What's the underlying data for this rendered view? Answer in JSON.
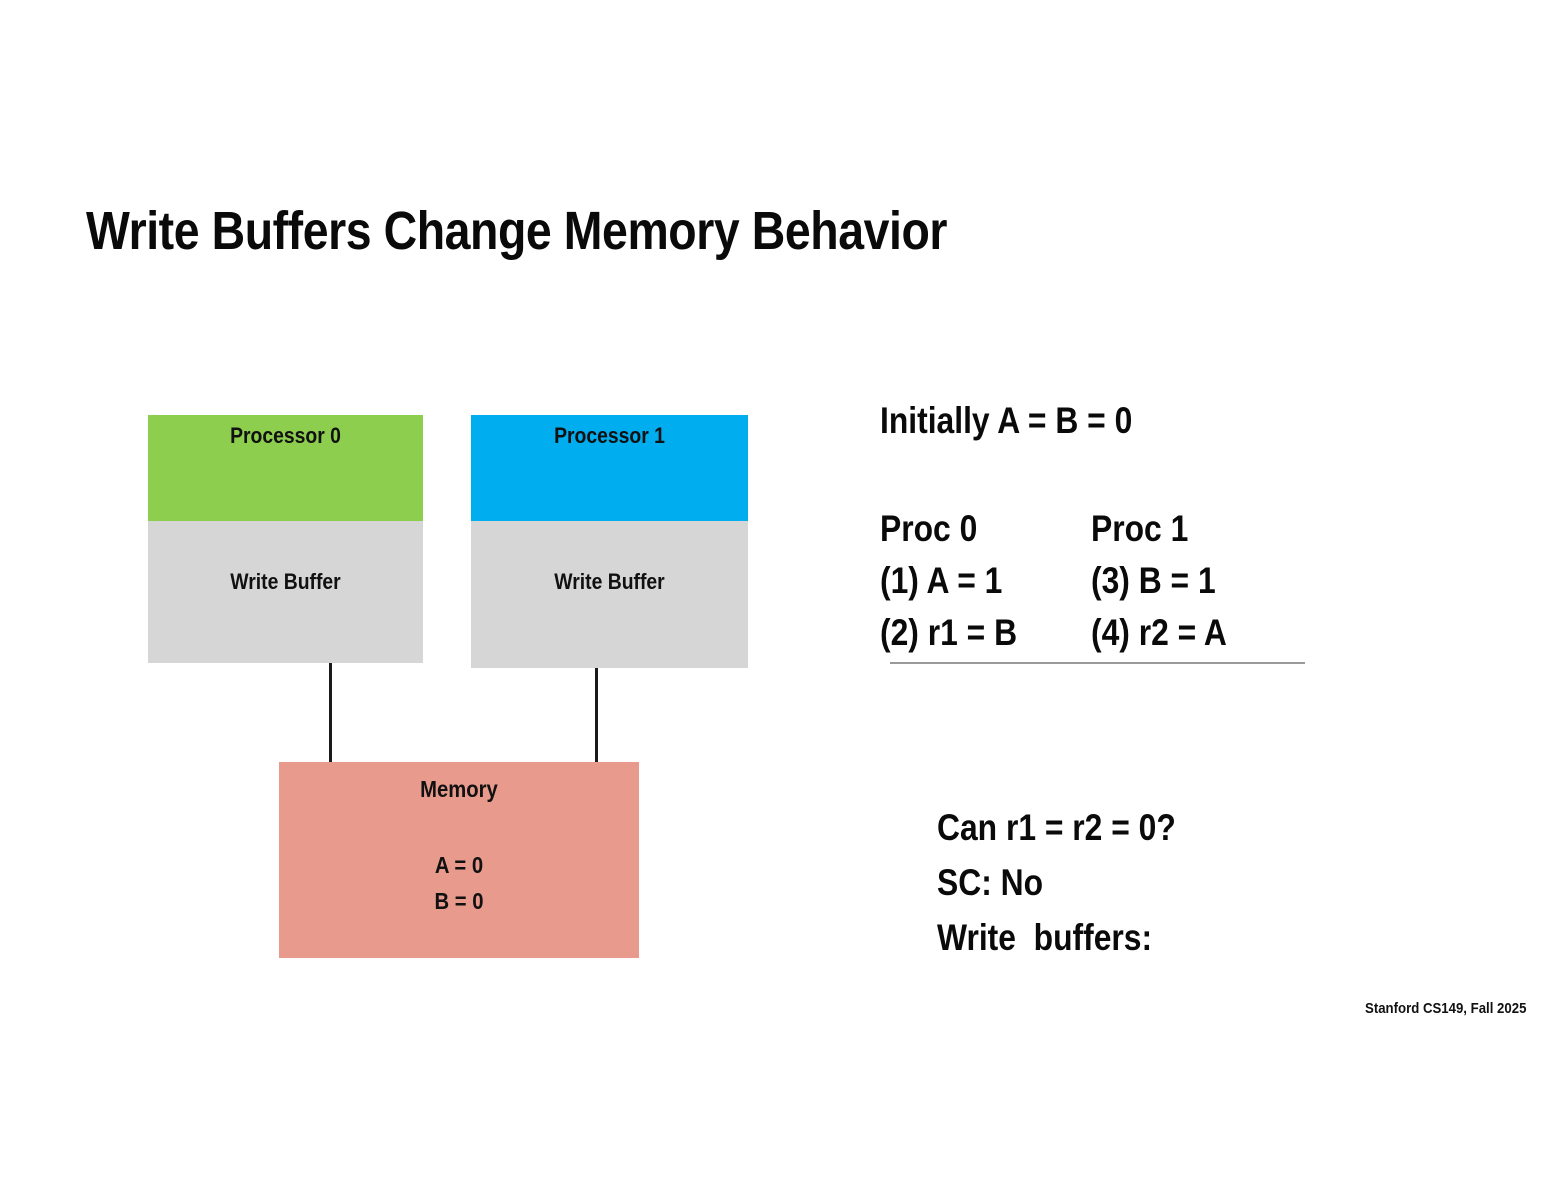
{
  "slide": {
    "title": "Write Buffers Change Memory Behavior",
    "footer": "Stanford CS149, Fall 2025"
  },
  "colors": {
    "processor0": "#8dce4f",
    "processor1": "#00aeef",
    "write_buffer": "#d6d6d6",
    "memory": "#e89a8c",
    "text": "#0a0a0a",
    "rule": "#9a9a9a"
  },
  "diagram": {
    "processors": [
      {
        "label": "Processor 0",
        "color": "#8dce4f",
        "buffer_label": "Write Buffer"
      },
      {
        "label": "Processor 1",
        "color": "#00aeef",
        "buffer_label": "Write Buffer"
      }
    ],
    "memory": {
      "label": "Memory",
      "values": [
        "A = 0",
        "B = 0"
      ]
    }
  },
  "program": {
    "initially": "Initially A = B = 0",
    "proc0": {
      "header": "Proc 0",
      "lines": [
        "(1) A = 1",
        "(2) r1 = B"
      ]
    },
    "proc1": {
      "header": "Proc 1",
      "lines": [
        "(3) B = 1",
        "(4) r2 = A"
      ]
    },
    "proc0_text": "Proc 0\n(1) A = 1\n(2) r1 = B",
    "proc1_text": "Proc 1\n(3) B = 1\n(4) r2 = A"
  },
  "question": {
    "line1": "Can r1 = r2 = 0?",
    "line2": "SC: No",
    "line3": "Write  buffers:",
    "text": "Can r1 = r2 = 0?\nSC: No\nWrite  buffers:"
  }
}
